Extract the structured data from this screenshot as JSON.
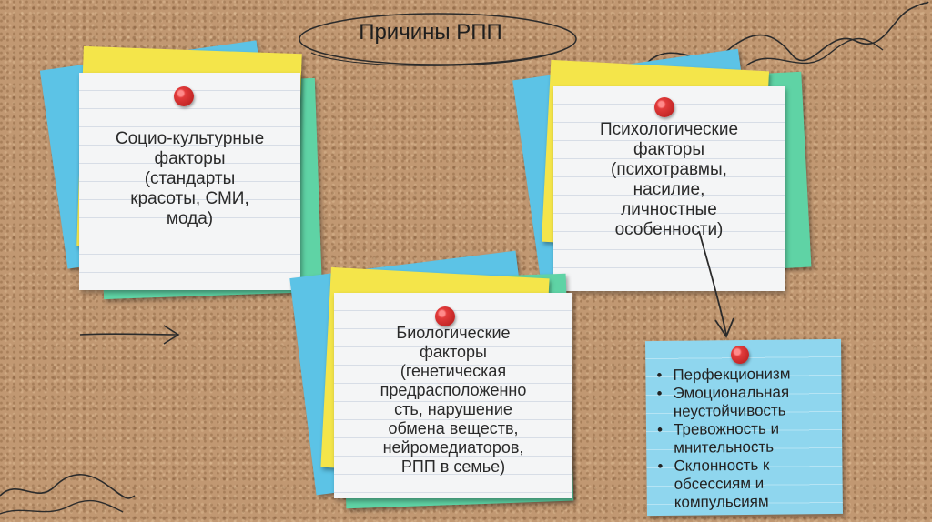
{
  "title": "Причины РПП",
  "notes": {
    "socio": {
      "lines": [
        "Социо-культурные",
        "факторы",
        "(стандарты",
        "красоты, СМИ,",
        "мода)"
      ]
    },
    "psych": {
      "lines": [
        "Психологические",
        "факторы",
        "(психотравмы,",
        "насилие,",
        "личностные",
        "особенности)"
      ]
    },
    "bio": {
      "lines": [
        "Биологические",
        "факторы",
        "(генетическая",
        "предрасположенно",
        "сть, нарушение",
        "обмена веществ,",
        "нейромедиаторов,",
        "РПП в семье)"
      ]
    },
    "traits": {
      "items": [
        [
          "Перфекционизм"
        ],
        [
          "Эмоциональная",
          "неустойчивость"
        ],
        [
          "Тревожность и",
          "мнительность"
        ],
        [
          "Склонность к",
          "обсессиям и",
          "компульсиям"
        ]
      ]
    }
  },
  "colors": {
    "cork": "#c19872",
    "blue": "#5cc3e6",
    "yellow": "#f4e54a",
    "green": "#5fd3a5",
    "paper": "#f4f5f6",
    "pin": "#e23b3b",
    "traits_card": "#8fd6ee"
  },
  "icons": [
    "push-pin-icon",
    "arrow-icon",
    "scribble-decoration"
  ]
}
